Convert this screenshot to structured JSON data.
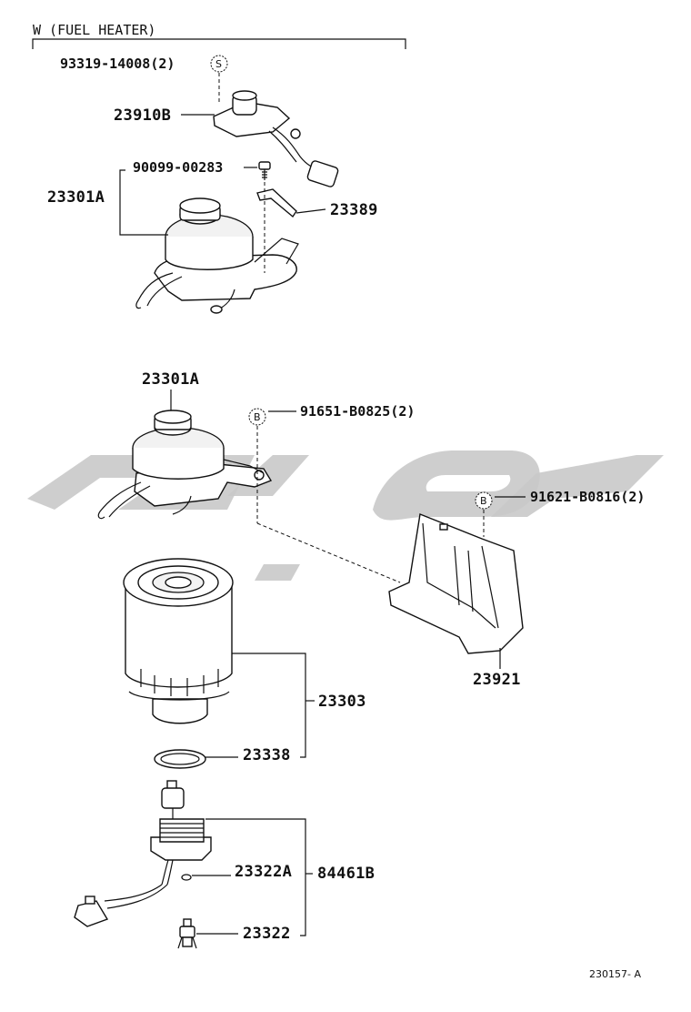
{
  "header": {
    "section_label": "W (FUEL  HEATER)"
  },
  "callouts": {
    "p93319": "93319-14008(2)",
    "p23910B": "23910B",
    "p90099": "90099-00283",
    "p23301A_top": "23301A",
    "p23389": "23389",
    "p23301A_mid": "23301A",
    "p91651": "91651-B0825(2)",
    "p91621": "91621-B0816(2)",
    "p23303": "23303",
    "p23921": "23921",
    "p23338": "23338",
    "p23322A": "23322A",
    "p84461B": "84461B",
    "p23322": "23322"
  },
  "symbols": {
    "s_mark": "S",
    "b_mark_1": "B",
    "b_mark_2": "B"
  },
  "figure_code": "230157- A"
}
